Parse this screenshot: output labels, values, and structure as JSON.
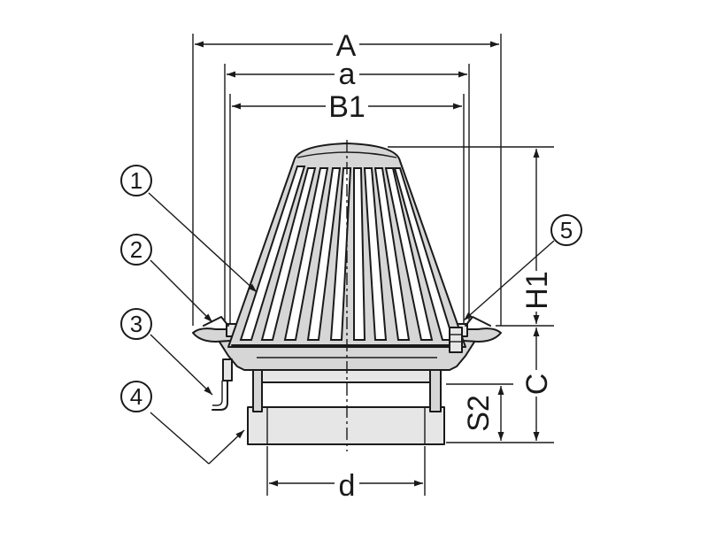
{
  "dimensions": {
    "A": "A",
    "a": "a",
    "B1": "B1",
    "H1": "H1",
    "C": "C",
    "S2": "S2",
    "d": "d"
  },
  "callouts": [
    "1",
    "2",
    "3",
    "4",
    "5"
  ]
}
